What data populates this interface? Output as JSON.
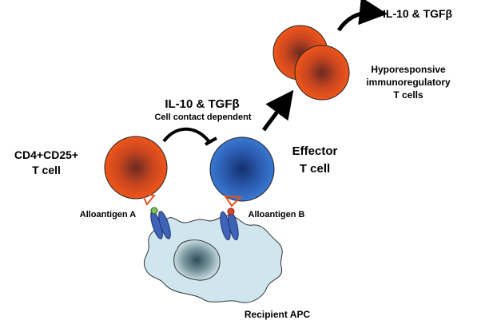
{
  "labels": {
    "top_cytokines": "IL-10 & TGFβ",
    "hypo_line1": "Hyporesponsive",
    "hypo_line2": "immunoregulatory",
    "hypo_line3": "T cells",
    "mid_cytokines": "IL-10 & TGFβ",
    "cell_contact": "Cell contact dependent",
    "treg_line1": "CD4+CD25+",
    "treg_line2": "T cell",
    "effector_line1": "Effector",
    "effector_line2": "T cell",
    "alloantigen_a": "Alloantigen A",
    "alloantigen_b": "Alloantigen B",
    "apc": "Recipient APC"
  },
  "colors": {
    "treg_cell": "#e5531f",
    "effector_cell": "#2e63b8",
    "apc_body": "#cfe6ee",
    "receptor": "#3f63b6",
    "antigen_a": "#7dbf5a",
    "antigen_b": "#e0452c"
  }
}
